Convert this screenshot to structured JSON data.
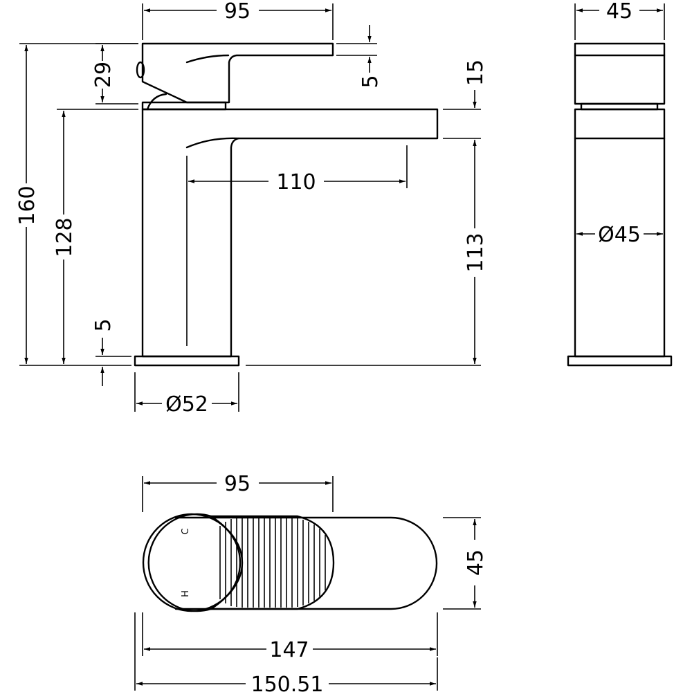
{
  "dims": {
    "top_width": "95",
    "lever_clearance": "5",
    "lever_height": "29",
    "spout_thickness": "15",
    "overall_height": "160",
    "spout_height": "128",
    "base_plate": "5",
    "spout_reach": "110",
    "spout_clearance": "113",
    "base_diameter": "Ø52",
    "side_width": "45",
    "body_diameter": "Ø45",
    "plan_lever_width": "95",
    "plan_depth": "45",
    "plan_length": "147",
    "plan_overall": "150.51"
  },
  "labels": {
    "cold": "C",
    "hot": "H"
  }
}
